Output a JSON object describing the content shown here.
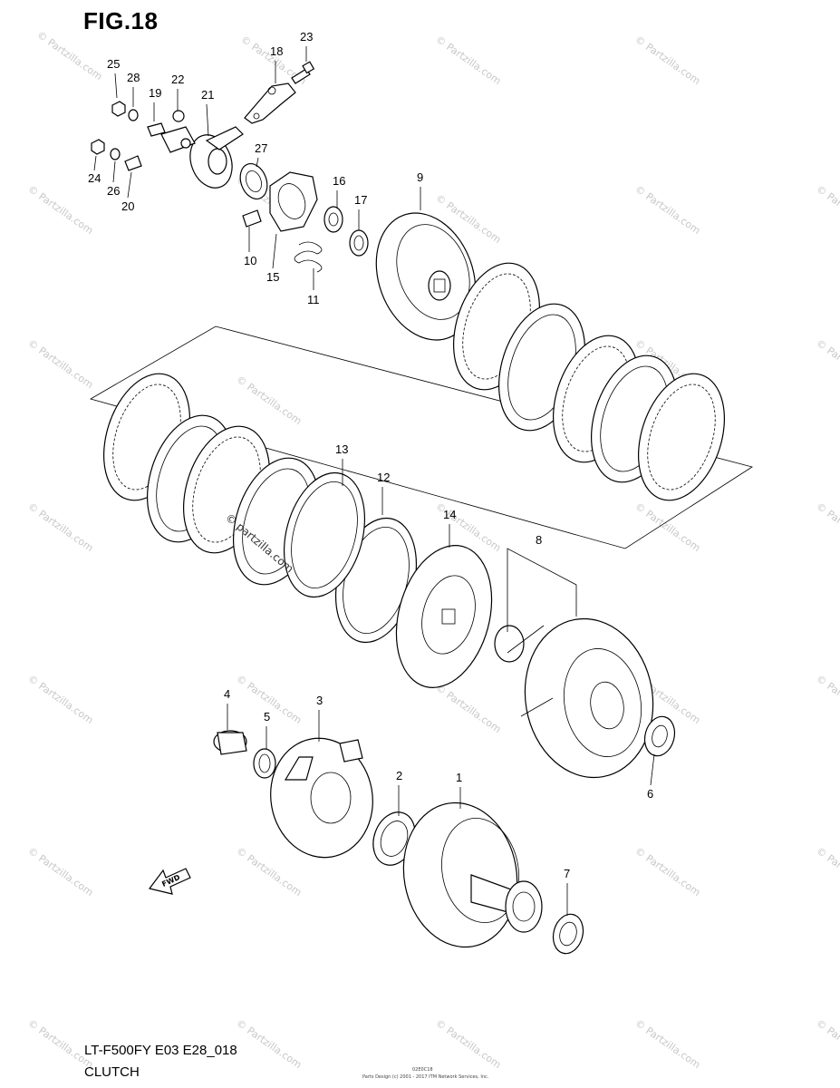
{
  "figure": {
    "title": "FIG.18",
    "model_code": "LT-F500FY E03 E28_018",
    "section": "CLUTCH",
    "small_code": "02E0C18",
    "copyright": "Parts Design (c) 2001 - 2017 ITM Network Services, Inc.",
    "fwd_label": "FWD"
  },
  "watermark": {
    "text": "© Partzilla.com",
    "center_text": "© partzilla.com"
  },
  "callouts": [
    {
      "id": "1",
      "label": "1"
    },
    {
      "id": "2",
      "label": "2"
    },
    {
      "id": "3",
      "label": "3"
    },
    {
      "id": "4",
      "label": "4"
    },
    {
      "id": "5",
      "label": "5"
    },
    {
      "id": "6",
      "label": "6"
    },
    {
      "id": "7",
      "label": "7"
    },
    {
      "id": "8",
      "label": "8"
    },
    {
      "id": "9",
      "label": "9"
    },
    {
      "id": "10",
      "label": "10"
    },
    {
      "id": "11",
      "label": "11"
    },
    {
      "id": "12",
      "label": "12"
    },
    {
      "id": "13",
      "label": "13"
    },
    {
      "id": "14",
      "label": "14"
    },
    {
      "id": "15",
      "label": "15"
    },
    {
      "id": "16",
      "label": "16"
    },
    {
      "id": "17",
      "label": "17"
    },
    {
      "id": "18",
      "label": "18"
    },
    {
      "id": "19",
      "label": "19"
    },
    {
      "id": "20",
      "label": "20"
    },
    {
      "id": "21",
      "label": "21"
    },
    {
      "id": "22",
      "label": "22"
    },
    {
      "id": "23",
      "label": "23"
    },
    {
      "id": "24",
      "label": "24"
    },
    {
      "id": "25",
      "label": "25"
    },
    {
      "id": "26",
      "label": "26"
    },
    {
      "id": "27",
      "label": "27"
    },
    {
      "id": "28",
      "label": "28"
    }
  ]
}
